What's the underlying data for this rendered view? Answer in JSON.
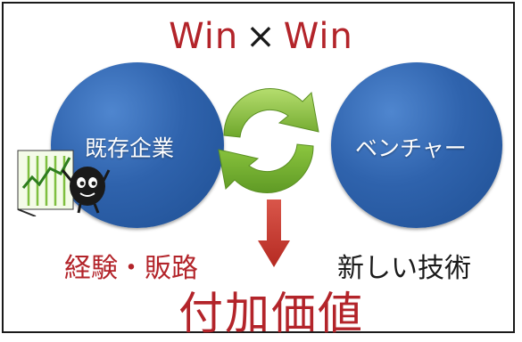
{
  "title": {
    "left": "Win",
    "times": "×",
    "right": "Win"
  },
  "left_circle": {
    "label": "既存企業"
  },
  "right_circle": {
    "label": "ベンチャー"
  },
  "left_strength": "経験・販路",
  "right_strength": "新しい技術",
  "result": "付加価値",
  "colors": {
    "accent_red": "#b3242a",
    "circle_blue": "#2f63ad",
    "cycle_green": "#8cc63f",
    "arrow_red": "#c9382f"
  },
  "icons": [
    "cycle-arrows-icon",
    "down-arrow-icon",
    "mascot-with-chart-icon"
  ]
}
